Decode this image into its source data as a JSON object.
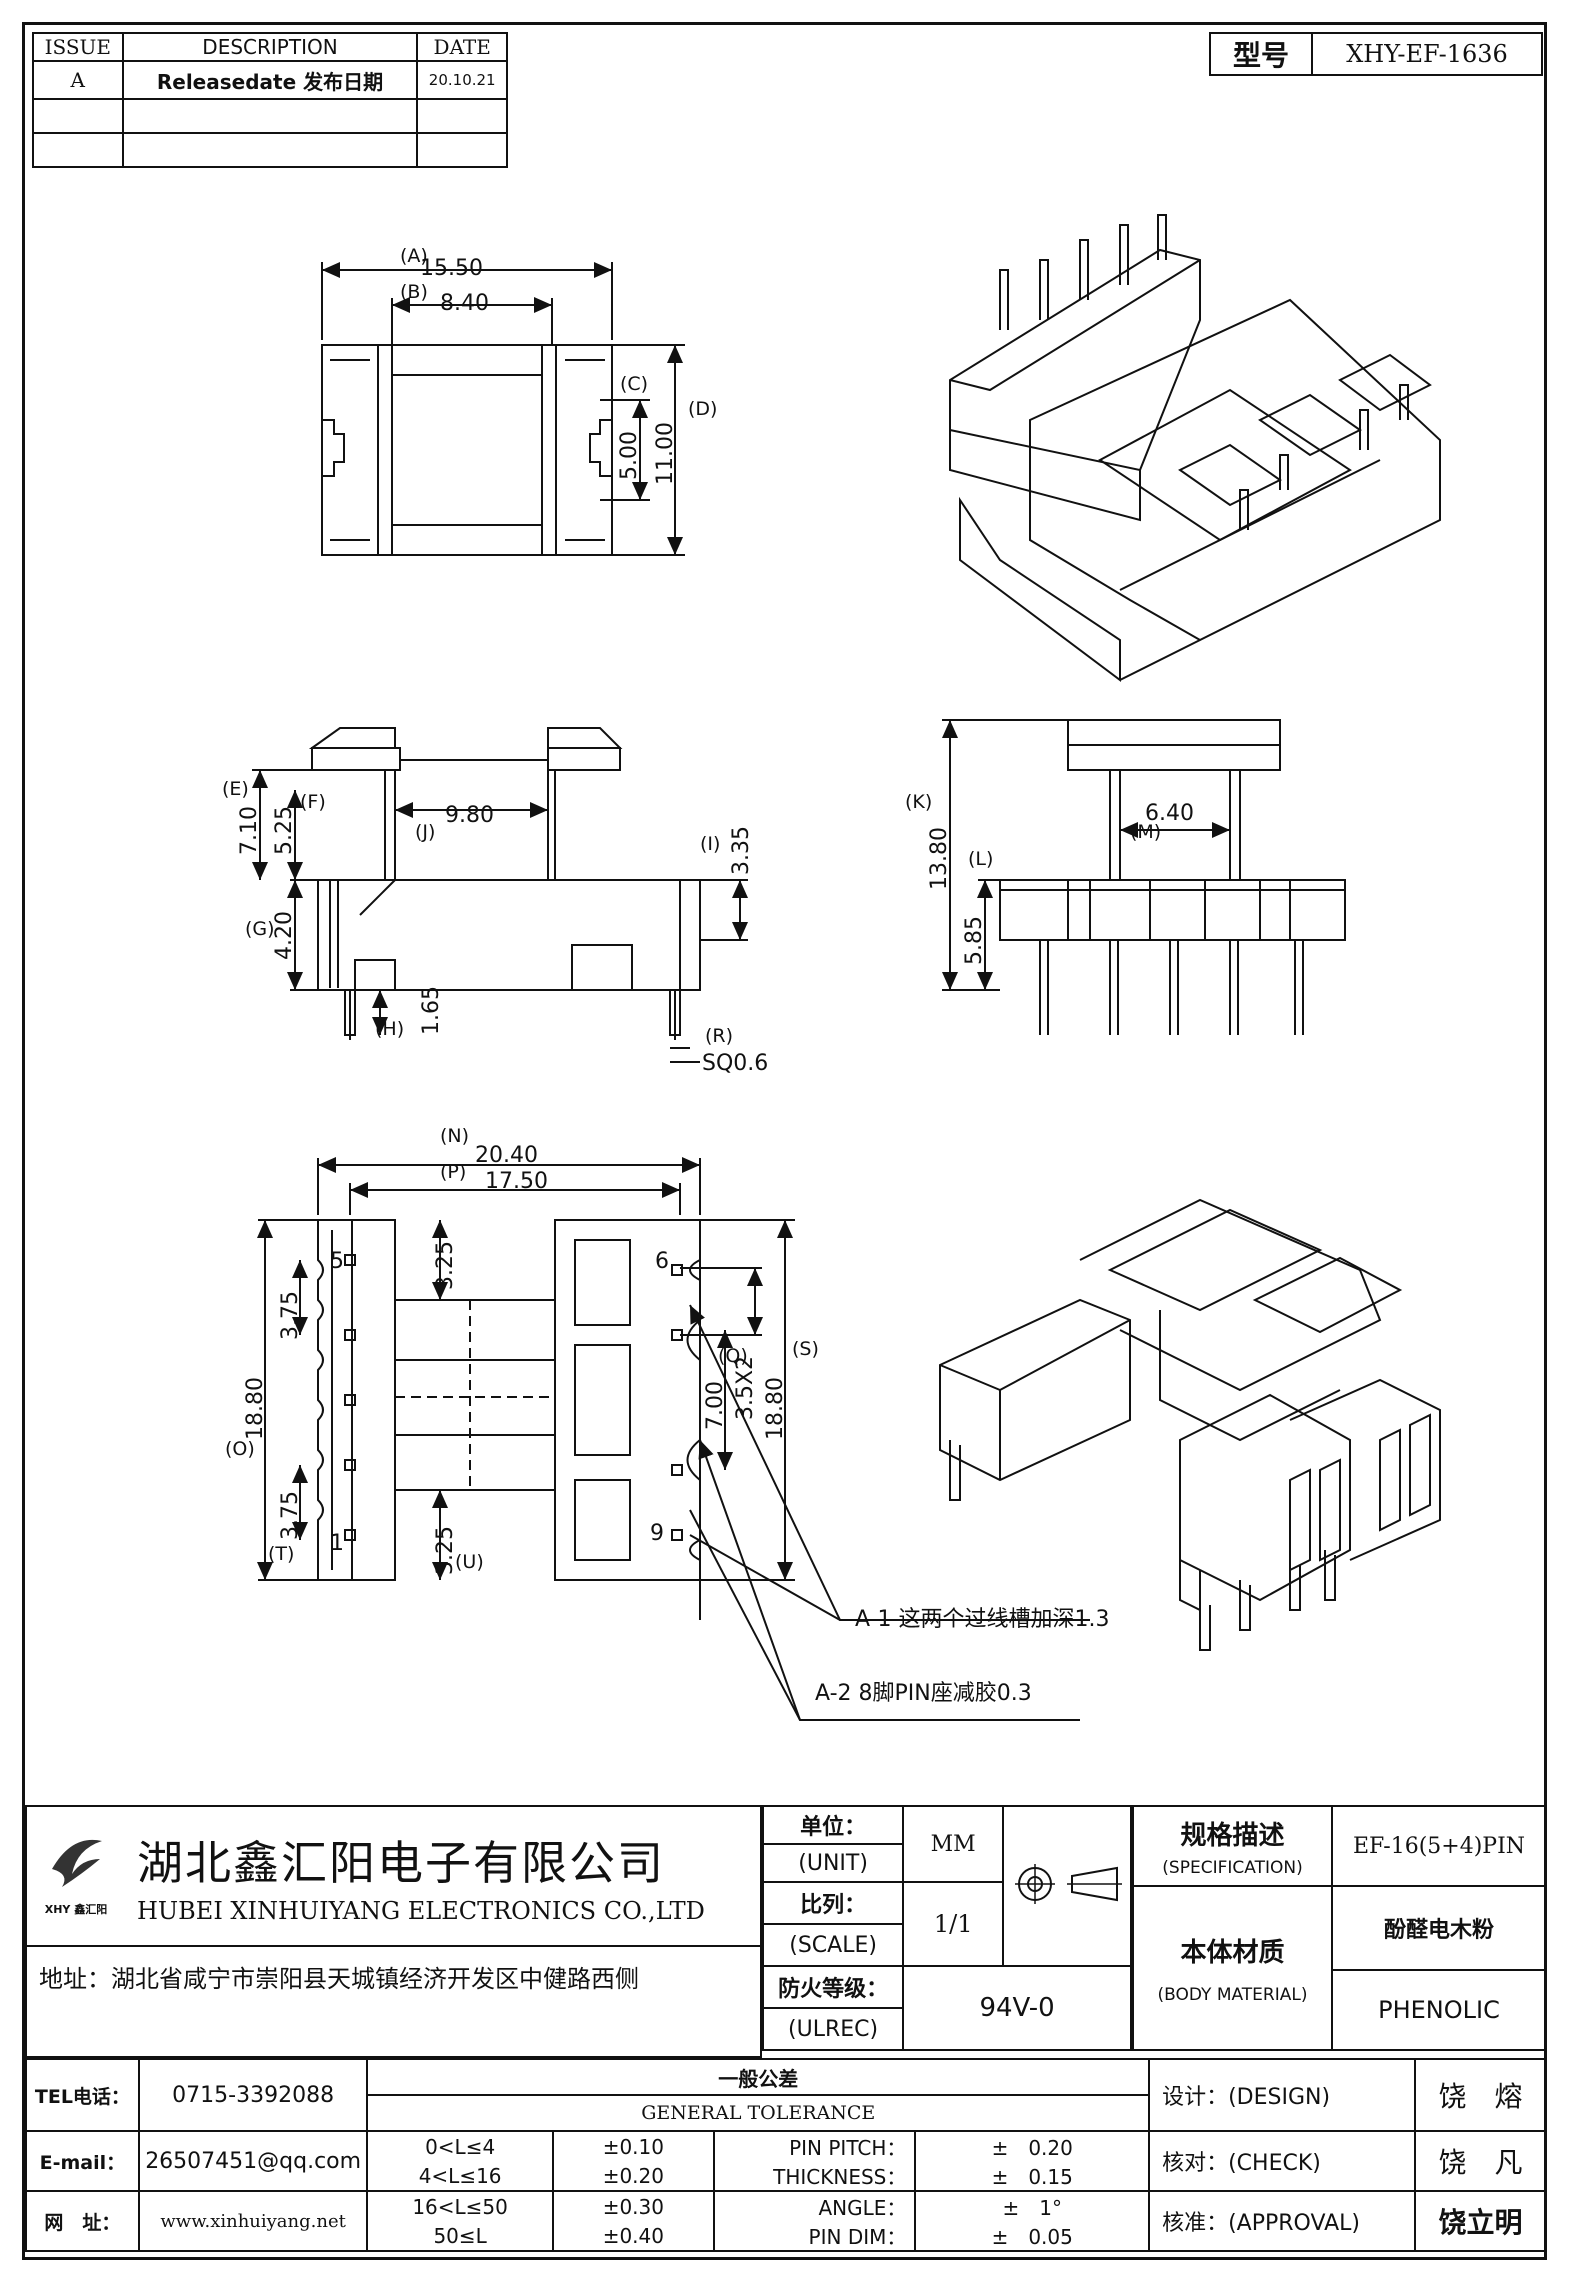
{
  "revision_table": {
    "headers": [
      "ISSUE",
      "DESCRIPTION",
      "DATE"
    ],
    "rows": [
      {
        "issue": "A",
        "description": "Releasedate 发布日期",
        "date": "20.10.21"
      }
    ]
  },
  "model": {
    "label": "型号",
    "value": "XHY-EF-1636"
  },
  "dimensions": {
    "top": {
      "A": "15.50",
      "B": "8.40",
      "C": "5.00",
      "D": "11.00"
    },
    "front": {
      "E": "7.10",
      "F": "5.25",
      "J": "9.80",
      "I": "3.35",
      "G": "4.20",
      "H": "1.65",
      "R": "SQ0.6"
    },
    "side": {
      "K": "13.80",
      "M": "6.40",
      "L": "5.85"
    },
    "bottom": {
      "N": "20.40",
      "P": "17.50",
      "O": "18.80",
      "S": "18.80",
      "Q": "3.5X2",
      "T": "3.75",
      "T_top": "3.75",
      "U": "3.25",
      "U_top": "3.25",
      "V": "7.00"
    }
  },
  "dimension_tags": {
    "A": "(A)",
    "B": "(B)",
    "C": "(C)",
    "D": "(D)",
    "E": "(E)",
    "F": "(F)",
    "J": "(J)",
    "I": "(I)",
    "G": "(G)",
    "H": "(H)",
    "R": "(R)",
    "K": "(K)",
    "M": "(M)",
    "L": "(L)",
    "N": "(N)",
    "P": "(P)",
    "O": "(O)",
    "S": "(S)",
    "Q": "(Q)",
    "T": "(T)",
    "U": "(U)"
  },
  "pin_labels": [
    "5",
    "6",
    "1",
    "9"
  ],
  "notes": [
    {
      "id": "A-1",
      "text": "A-1 这两个过线槽加深1.3"
    },
    {
      "id": "A-2",
      "text": "A-2 8脚PIN座减胶0.3"
    }
  ],
  "company": {
    "name_cn": "湖北鑫汇阳电子有限公司",
    "name_en": "HUBEI XINHUIYANG ELECTRONICS CO.,LTD",
    "logo_text": "XHY 鑫汇阳",
    "address": "地址：湖北省咸宁市崇阳县天城镇经济开发区中健路西侧",
    "tel_label": "TEL电话：",
    "tel": "0715-3392088",
    "email_label": "E-mail：",
    "email": "26507451@qq.com",
    "web_label": "网　址：",
    "web": "www.xinhuiyang.net"
  },
  "title_block": {
    "unit_cn": "单位：",
    "unit_en": "(UNIT)",
    "unit_value": "MM",
    "scale_cn": "比列：",
    "scale_en": "(SCALE)",
    "scale_value": "1/1",
    "fire_cn": "防火等级：",
    "fire_en": "(ULREC)",
    "fire_value": "94V-0",
    "spec_cn": "规格描述",
    "spec_en": "(SPECIFICATION)",
    "spec_value": "EF-16(5+4)PIN",
    "material_cn": "本体材质",
    "material_en": "(BODY MATERIAL)",
    "material_value_cn": "酚醛电木粉",
    "material_value_en": "PHENOLIC",
    "design_label": "设计：(DESIGN)",
    "design_name": "饶　熔",
    "check_label": "核对：(CHECK)",
    "check_name": "饶　凡",
    "approval_label": "核准：(APPROVAL)",
    "approval_name": "饶立明"
  },
  "tolerance": {
    "title_cn": "一般公差",
    "title_en": "GENERAL TOLERANCE",
    "rows": [
      {
        "range": "0<L≤4",
        "tol": "±0.10",
        "item": "PIN PITCH：",
        "value": "±　0.20"
      },
      {
        "range": "4<L≤16",
        "tol": "±0.20",
        "item": "THICKNESS：",
        "value": "±　0.15"
      },
      {
        "range": "16<L≤50",
        "tol": "±0.30",
        "item": "ANGLE：",
        "value": "±　1°"
      },
      {
        "range": "50≤L",
        "tol": "±0.40",
        "item": "PIN DIM：",
        "value": "±　0.05"
      }
    ]
  }
}
